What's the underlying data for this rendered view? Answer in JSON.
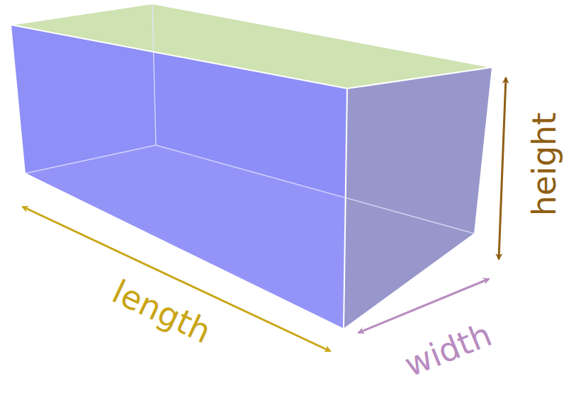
{
  "diagram": {
    "labels": [
      "length",
      "width",
      "height"
    ]
  }
}
